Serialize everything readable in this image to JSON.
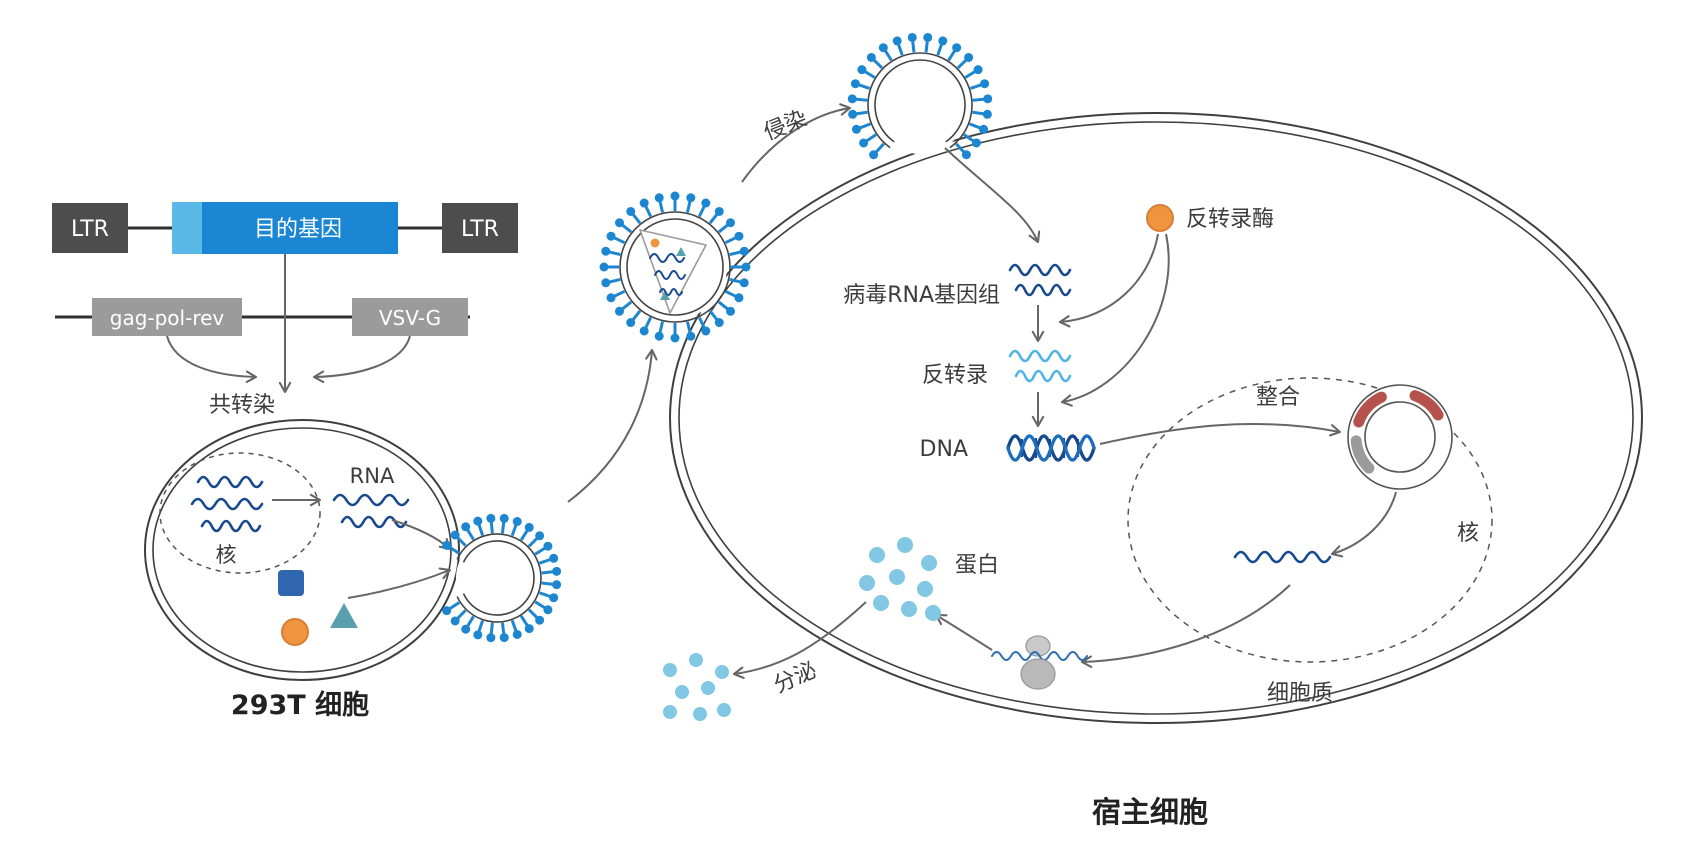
{
  "construct": {
    "ltr_left": "LTR",
    "target_gene": "目的基因",
    "ltr_right": "LTR",
    "packaging_plasmid": "gag-pol-rev",
    "envelope_plasmid": "VSV-G",
    "cotransfection_label": "共转染"
  },
  "producer_cell": {
    "nucleus_label": "核",
    "rna_label": "RNA",
    "cell_label": "293T 细胞"
  },
  "infection_label": "侵染",
  "host_cell": {
    "reverse_transcriptase_label": "反转录酶",
    "viral_rna_genome_label": "病毒RNA基因组",
    "reverse_transcription_label": "反转录",
    "dna_label": "DNA",
    "integration_label": "整合",
    "nucleus_label": "核",
    "protein_label": "蛋白",
    "secretion_label": "分泌",
    "cytoplasm_label": "细胞质",
    "cell_label": "宿主细胞"
  },
  "colors": {
    "virus_blue": "#1d86d0",
    "gene_box_blue": "#1b87d4",
    "gene_box_light_blue": "#5bb9e8",
    "ltr_box_gray": "#4d4d4d",
    "plasmid_box_gray": "#9b9b9b",
    "rna_dark_blue": "#17498f",
    "rna_light_blue": "#4fb3e8",
    "enzyme_orange": "#ef9540",
    "capsid_teal": "#5a9fae",
    "insert_red": "#b5524c",
    "protein_dot_blue": "#82c7e4",
    "arrow_gray": "#666666"
  }
}
